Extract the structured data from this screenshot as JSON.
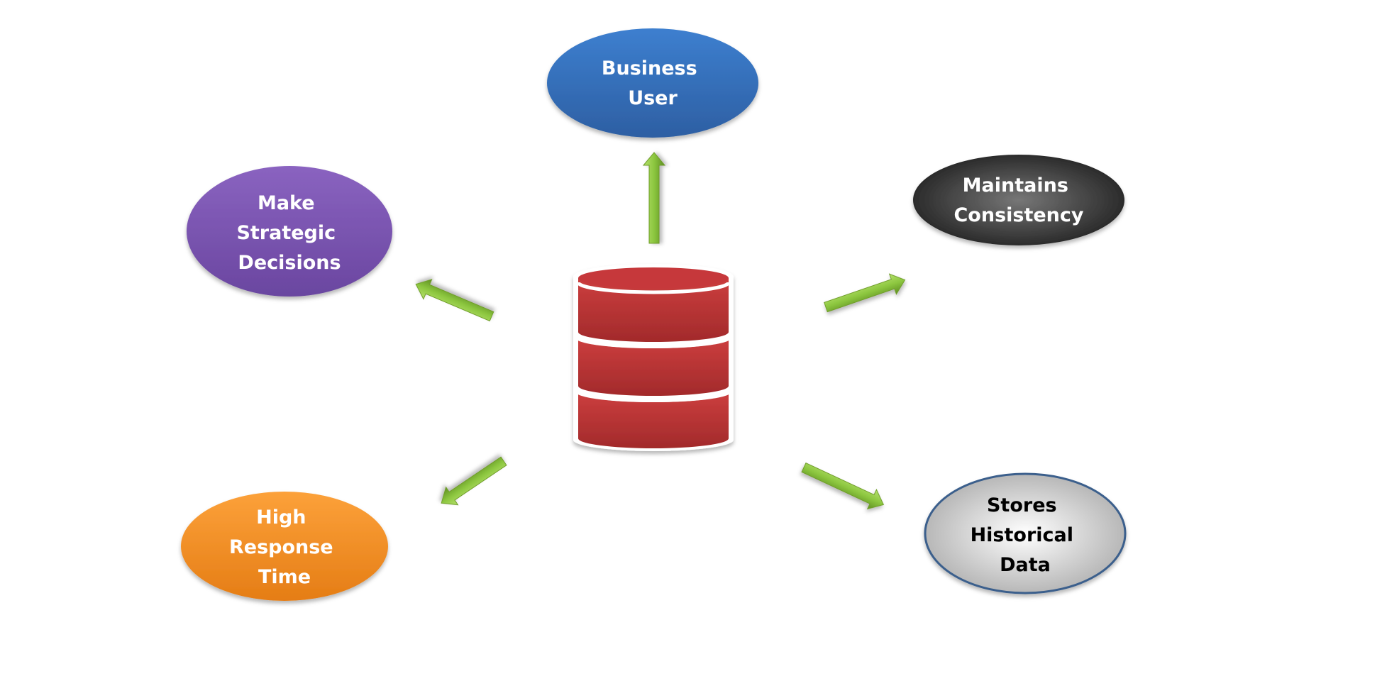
{
  "diagram": {
    "type": "hub-and-spoke",
    "hub": {
      "id": "data-warehouse",
      "shape": "database-cylinder",
      "color": "#c0393a",
      "tiers": 3
    },
    "nodes": [
      {
        "id": "business-user",
        "lines": [
          "Business",
          "User"
        ],
        "fill_top": "#3d7fcf",
        "fill_bottom": "#2d5fa3",
        "text_color": "#ffffff",
        "fill_style": "linear"
      },
      {
        "id": "maintains-consistency",
        "lines": [
          "Maintains",
          "Consistency"
        ],
        "fill_top": "#777777",
        "fill_bottom": "#1c1c1c",
        "text_color": "#ffffff",
        "fill_style": "radial"
      },
      {
        "id": "stores-historical-data",
        "lines": [
          "Stores",
          "Historical",
          "Data"
        ],
        "fill_top": "#ffffff",
        "fill_bottom": "#a9a9a9",
        "text_color": "#000000",
        "fill_style": "radial",
        "stroke": "#3b5e8c"
      },
      {
        "id": "high-response-time",
        "lines": [
          "High",
          "Response",
          "Time"
        ],
        "fill_top": "#fca13a",
        "fill_bottom": "#e57d15",
        "text_color": "#ffffff",
        "fill_style": "linear"
      },
      {
        "id": "make-strategic-decisions",
        "lines": [
          "Make",
          "Strategic",
          "Decisions"
        ],
        "fill_top": "#8a63c0",
        "fill_bottom": "#6a46a0",
        "text_color": "#ffffff",
        "fill_style": "linear"
      }
    ],
    "edges": [
      {
        "from": "data-warehouse",
        "to": "business-user",
        "direction": "outward"
      },
      {
        "from": "data-warehouse",
        "to": "maintains-consistency",
        "direction": "outward"
      },
      {
        "from": "data-warehouse",
        "to": "stores-historical-data",
        "direction": "outward"
      },
      {
        "from": "data-warehouse",
        "to": "high-response-time",
        "direction": "outward"
      },
      {
        "from": "data-warehouse",
        "to": "make-strategic-decisions",
        "direction": "outward"
      }
    ],
    "arrow_color": "#8cc63f"
  }
}
